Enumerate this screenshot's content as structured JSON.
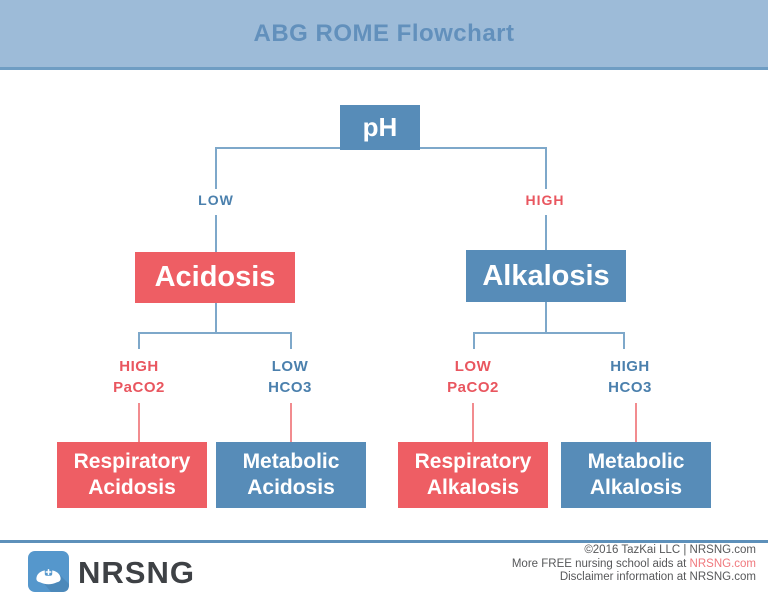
{
  "header": {
    "title": "ABG ROME Flowchart"
  },
  "flowchart": {
    "root": {
      "label": "pH"
    },
    "branches": {
      "low": {
        "label": "LOW"
      },
      "high": {
        "label": "HIGH"
      }
    },
    "level2": {
      "acidosis": {
        "label": "Acidosis"
      },
      "alkalosis": {
        "label": "Alkalosis"
      }
    },
    "level3": {
      "high_paco2": {
        "line1": "HIGH",
        "line2": "PaCO2"
      },
      "low_hco3": {
        "line1": "LOW",
        "line2": "HCO3"
      },
      "low_paco2": {
        "line1": "LOW",
        "line2": "PaCO2"
      },
      "high_hco3": {
        "line1": "HIGH",
        "line2": "HCO3"
      }
    },
    "outcomes": {
      "respiratory_acidosis": {
        "line1": "Respiratory",
        "line2": "Acidosis"
      },
      "metabolic_acidosis": {
        "line1": "Metabolic",
        "line2": "Acidosis"
      },
      "respiratory_alkalosis": {
        "line1": "Respiratory",
        "line2": "Alkalosis"
      },
      "metabolic_alkalosis": {
        "line1": "Metabolic",
        "line2": "Alkalosis"
      }
    }
  },
  "footer": {
    "brand": "NRSNG",
    "copyright": "©2016 TazKai LLC | NRSNG.com",
    "aids_prefix": "More FREE nursing school aids at ",
    "aids_link": "NRSNG.com",
    "disclaimer": "Disclaimer information at NRSNG.com"
  },
  "colors": {
    "header_bg": "#9dbbd8",
    "header_text": "#6290bc",
    "box_blue": "#578cb8",
    "box_red": "#ee5e64",
    "line_blue": "#7ea8ca",
    "line_red": "#f28c8f",
    "label_blue": "#4b80ad",
    "label_red": "#e9565f",
    "footer_rule": "#5d90ba",
    "footer_text": "#57585a",
    "footer_link": "#f0787d",
    "logo_blue": "#5597cc",
    "brand_text": "#3e4145"
  }
}
